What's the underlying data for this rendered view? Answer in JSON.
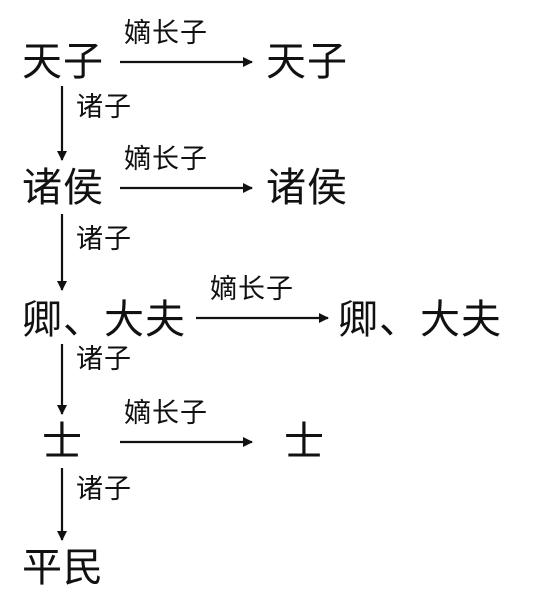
{
  "nodes": {
    "tianzi": "天子",
    "zhuhou": "诸侯",
    "qingdafu": "卿、大夫",
    "shi": "士",
    "pingmin": "平民"
  },
  "edge_labels": {
    "eldest_son": "嫡长子",
    "other_sons": "诸子"
  },
  "colors": {
    "ink": "#111111",
    "background": "#ffffff"
  }
}
